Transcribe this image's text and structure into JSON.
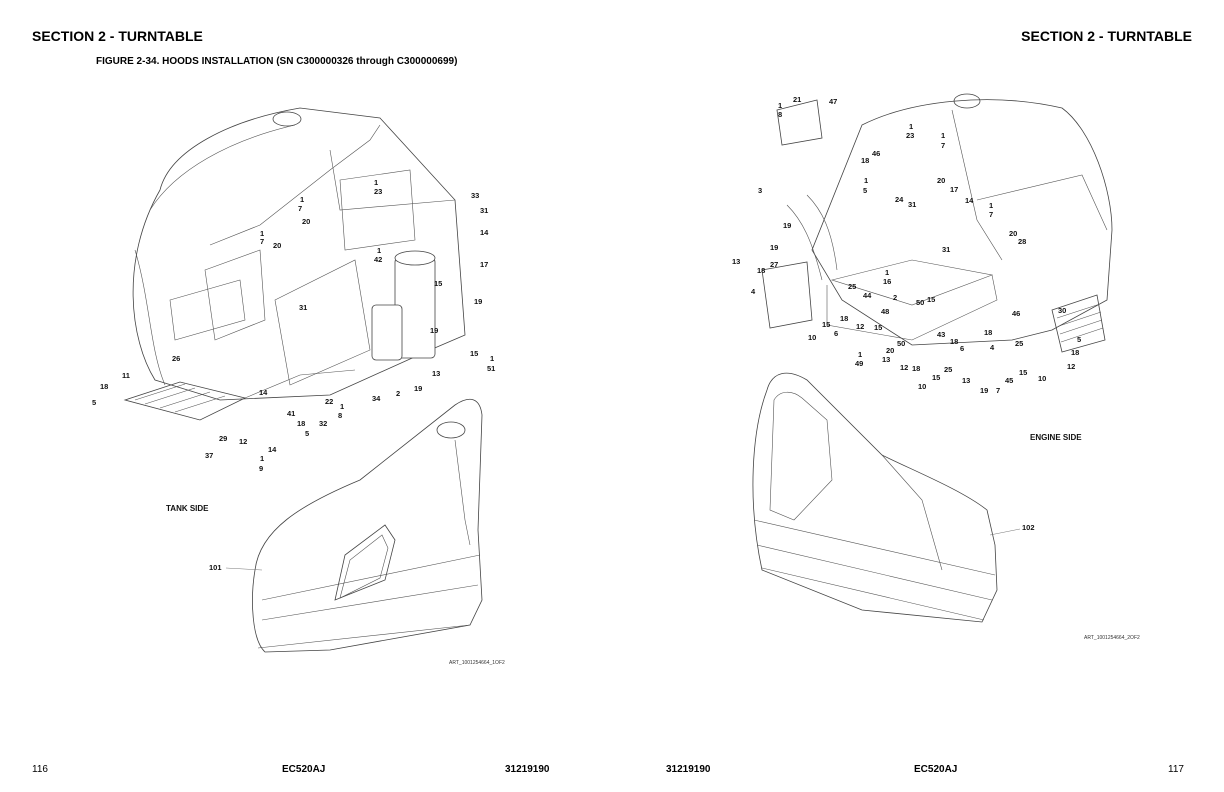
{
  "header": {
    "section_left": "SECTION 2 - TURNTABLE",
    "section_right": "SECTION 2 - TURNTABLE",
    "figure_title": "FIGURE 2-34. HOODS INSTALLATION (SN C300000326 through C300000699)"
  },
  "footer": {
    "page_left": "116",
    "model_left": "EC520AJ",
    "doc_left": "31219190",
    "doc_right": "31219190",
    "model_right": "EC520AJ",
    "page_right": "117"
  },
  "left_figure": {
    "side_label": "TANK SIDE",
    "art_id": "ART_1001254664_1OF2",
    "callouts": [
      "1",
      "23",
      "33",
      "31",
      "14",
      "17",
      "1",
      "7",
      "20",
      "1",
      "7",
      "20",
      "1",
      "42",
      "15",
      "19",
      "31",
      "19",
      "15",
      "1",
      "51",
      "26",
      "11",
      "18",
      "5",
      "13",
      "19",
      "2",
      "34",
      "22",
      "1",
      "8",
      "14",
      "41",
      "18",
      "5",
      "29",
      "12",
      "14",
      "37",
      "1",
      "9",
      "32",
      "101"
    ]
  },
  "right_figure": {
    "side_label": "ENGINE SIDE",
    "art_id": "ART_1001254664_2OF2",
    "callouts": [
      "21",
      "1",
      "8",
      "47",
      "1",
      "23",
      "1",
      "7",
      "46",
      "18",
      "1",
      "5",
      "20",
      "17",
      "24",
      "31",
      "14",
      "1",
      "7",
      "20",
      "28",
      "3",
      "19",
      "19",
      "13",
      "27",
      "18",
      "4",
      "25",
      "44",
      "2",
      "50",
      "15",
      "48",
      "1",
      "16",
      "31",
      "15",
      "6",
      "18",
      "12",
      "15",
      "10",
      "46",
      "30",
      "43",
      "18",
      "6",
      "50",
      "20",
      "13",
      "1",
      "49",
      "12",
      "18",
      "25",
      "15",
      "10",
      "18",
      "4",
      "25",
      "5",
      "18",
      "12",
      "13",
      "19",
      "7",
      "45",
      "15",
      "10",
      "102"
    ]
  }
}
